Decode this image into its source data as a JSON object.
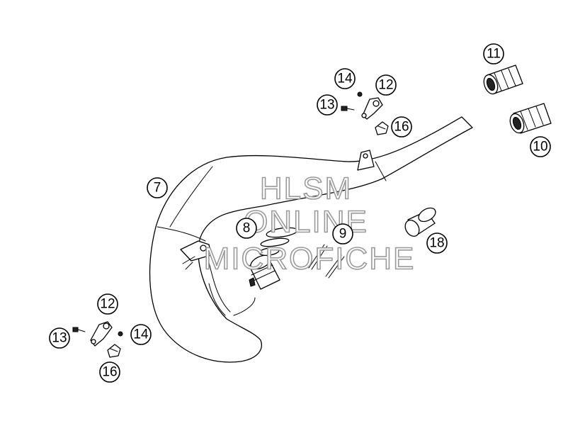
{
  "callouts": {
    "c7": "7",
    "c8": "8",
    "c9": "9",
    "c10": "10",
    "c11": "11",
    "c12_top": "12",
    "c13_top": "13",
    "c14_top": "14",
    "c16_top": "16",
    "c18": "18",
    "c12_bottom": "12",
    "c13_bottom": "13",
    "c14_bottom": "14",
    "c16_bottom": "16"
  },
  "watermark": {
    "line1": "HLSM",
    "line2": "ONLINE",
    "line3": "MICROFICHE"
  }
}
